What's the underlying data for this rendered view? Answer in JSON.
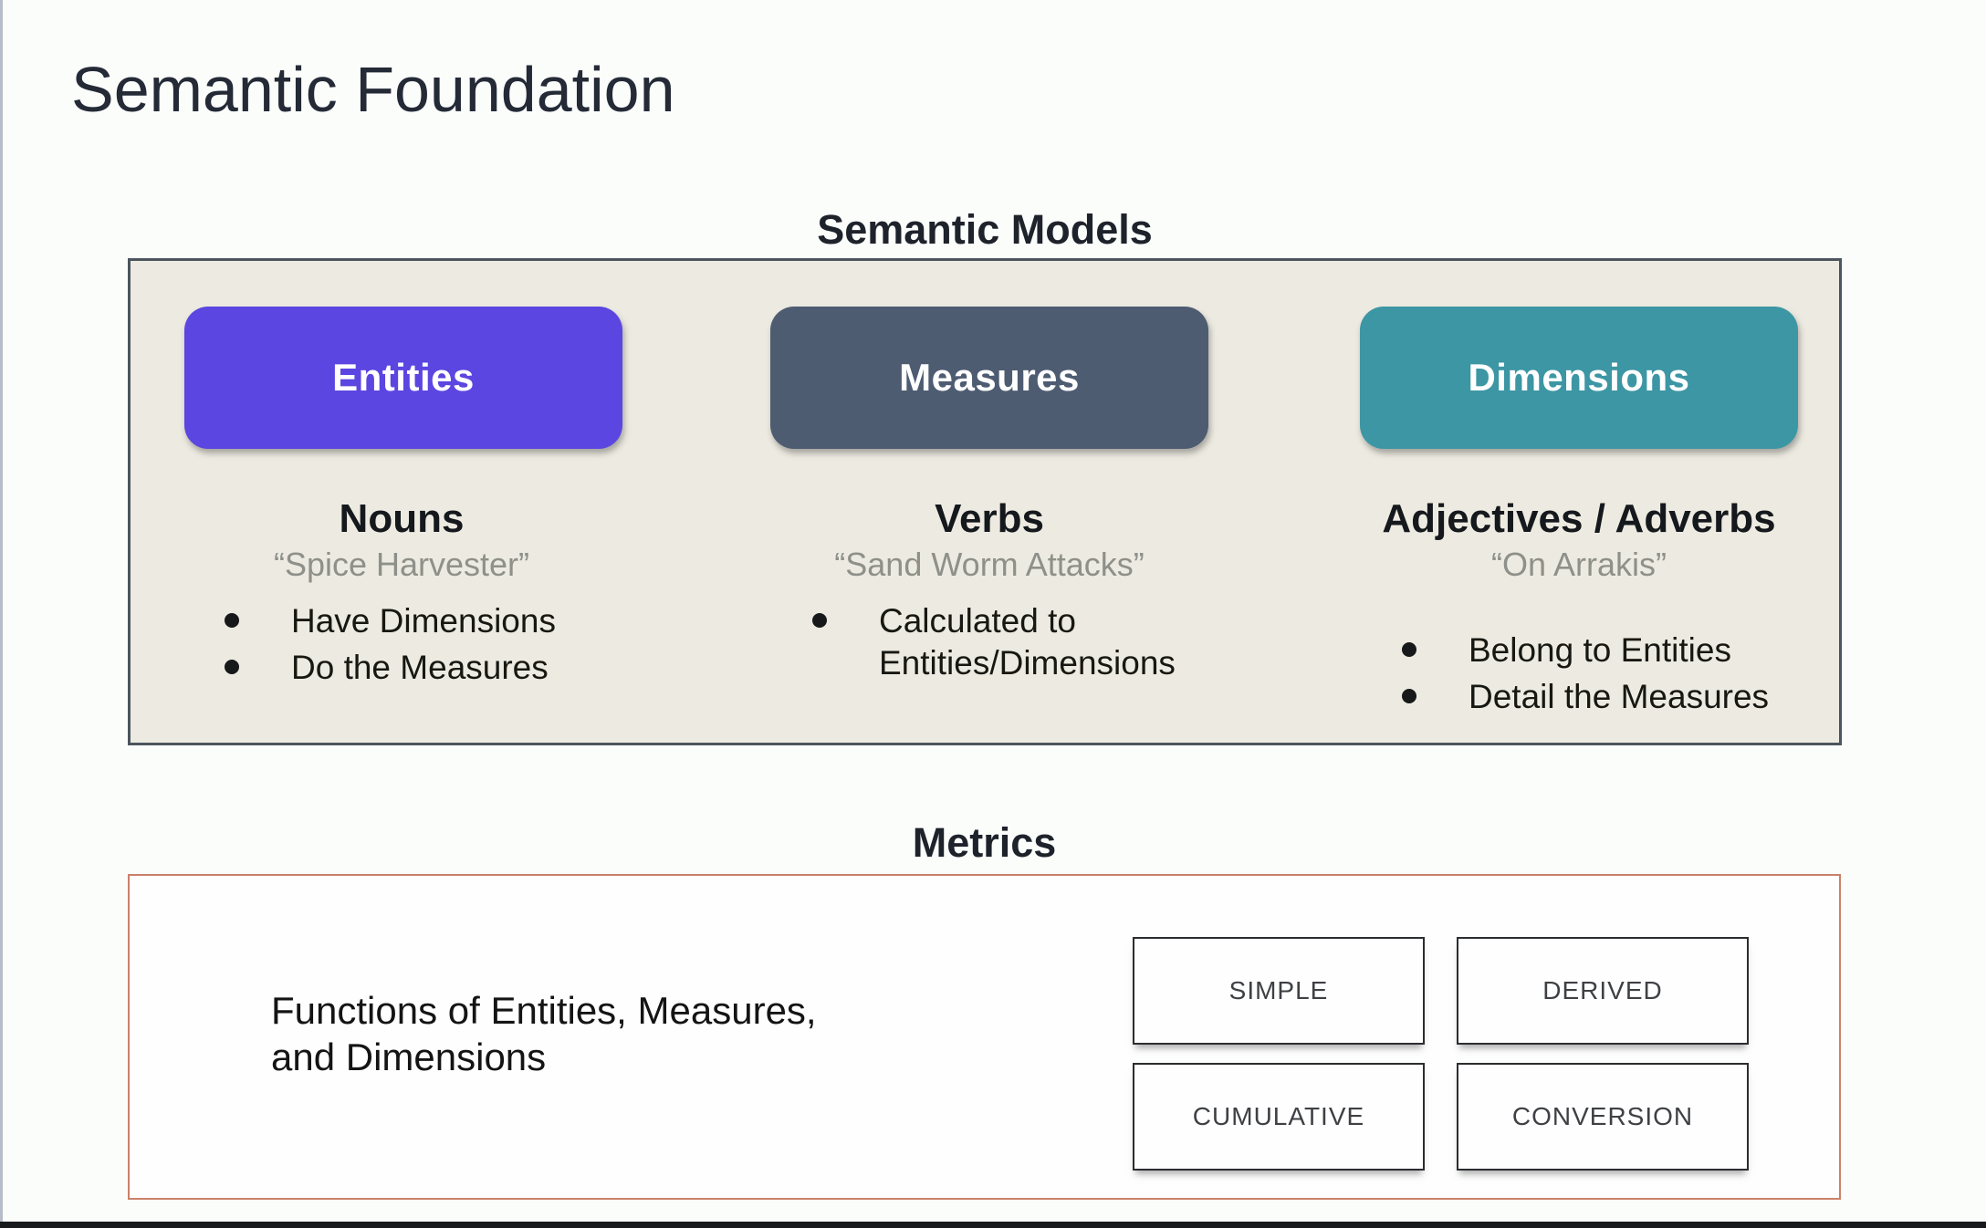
{
  "page": {
    "title": "Semantic Foundation"
  },
  "semantic_models": {
    "heading": "Semantic Models",
    "panel_bg": "#edebe1",
    "panel_border": "#4c555e",
    "columns": [
      {
        "box_label": "Entities",
        "box_color": "#5b46e1",
        "category": "Nouns",
        "example": "“Spice Harvester”",
        "bullets": [
          "Have Dimensions",
          "Do the Measures"
        ]
      },
      {
        "box_label": "Measures",
        "box_color": "#4e5c72",
        "category": "Verbs",
        "example": "“Sand Worm Attacks”",
        "bullets": [
          "Calculated to Entities/Dimensions"
        ]
      },
      {
        "box_label": "Dimensions",
        "box_color": "#3d96a4",
        "category": "Adjectives / Adverbs",
        "example": "“On Arrakis”",
        "bullets": [
          "Belong to Entities",
          "Detail the Measures"
        ]
      }
    ]
  },
  "metrics": {
    "heading": "Metrics",
    "border_color": "#ca8168",
    "description": "Functions of Entities, Measures, and Dimensions",
    "types": [
      "SIMPLE",
      "DERIVED",
      "CUMULATIVE",
      "CONVERSION"
    ]
  }
}
